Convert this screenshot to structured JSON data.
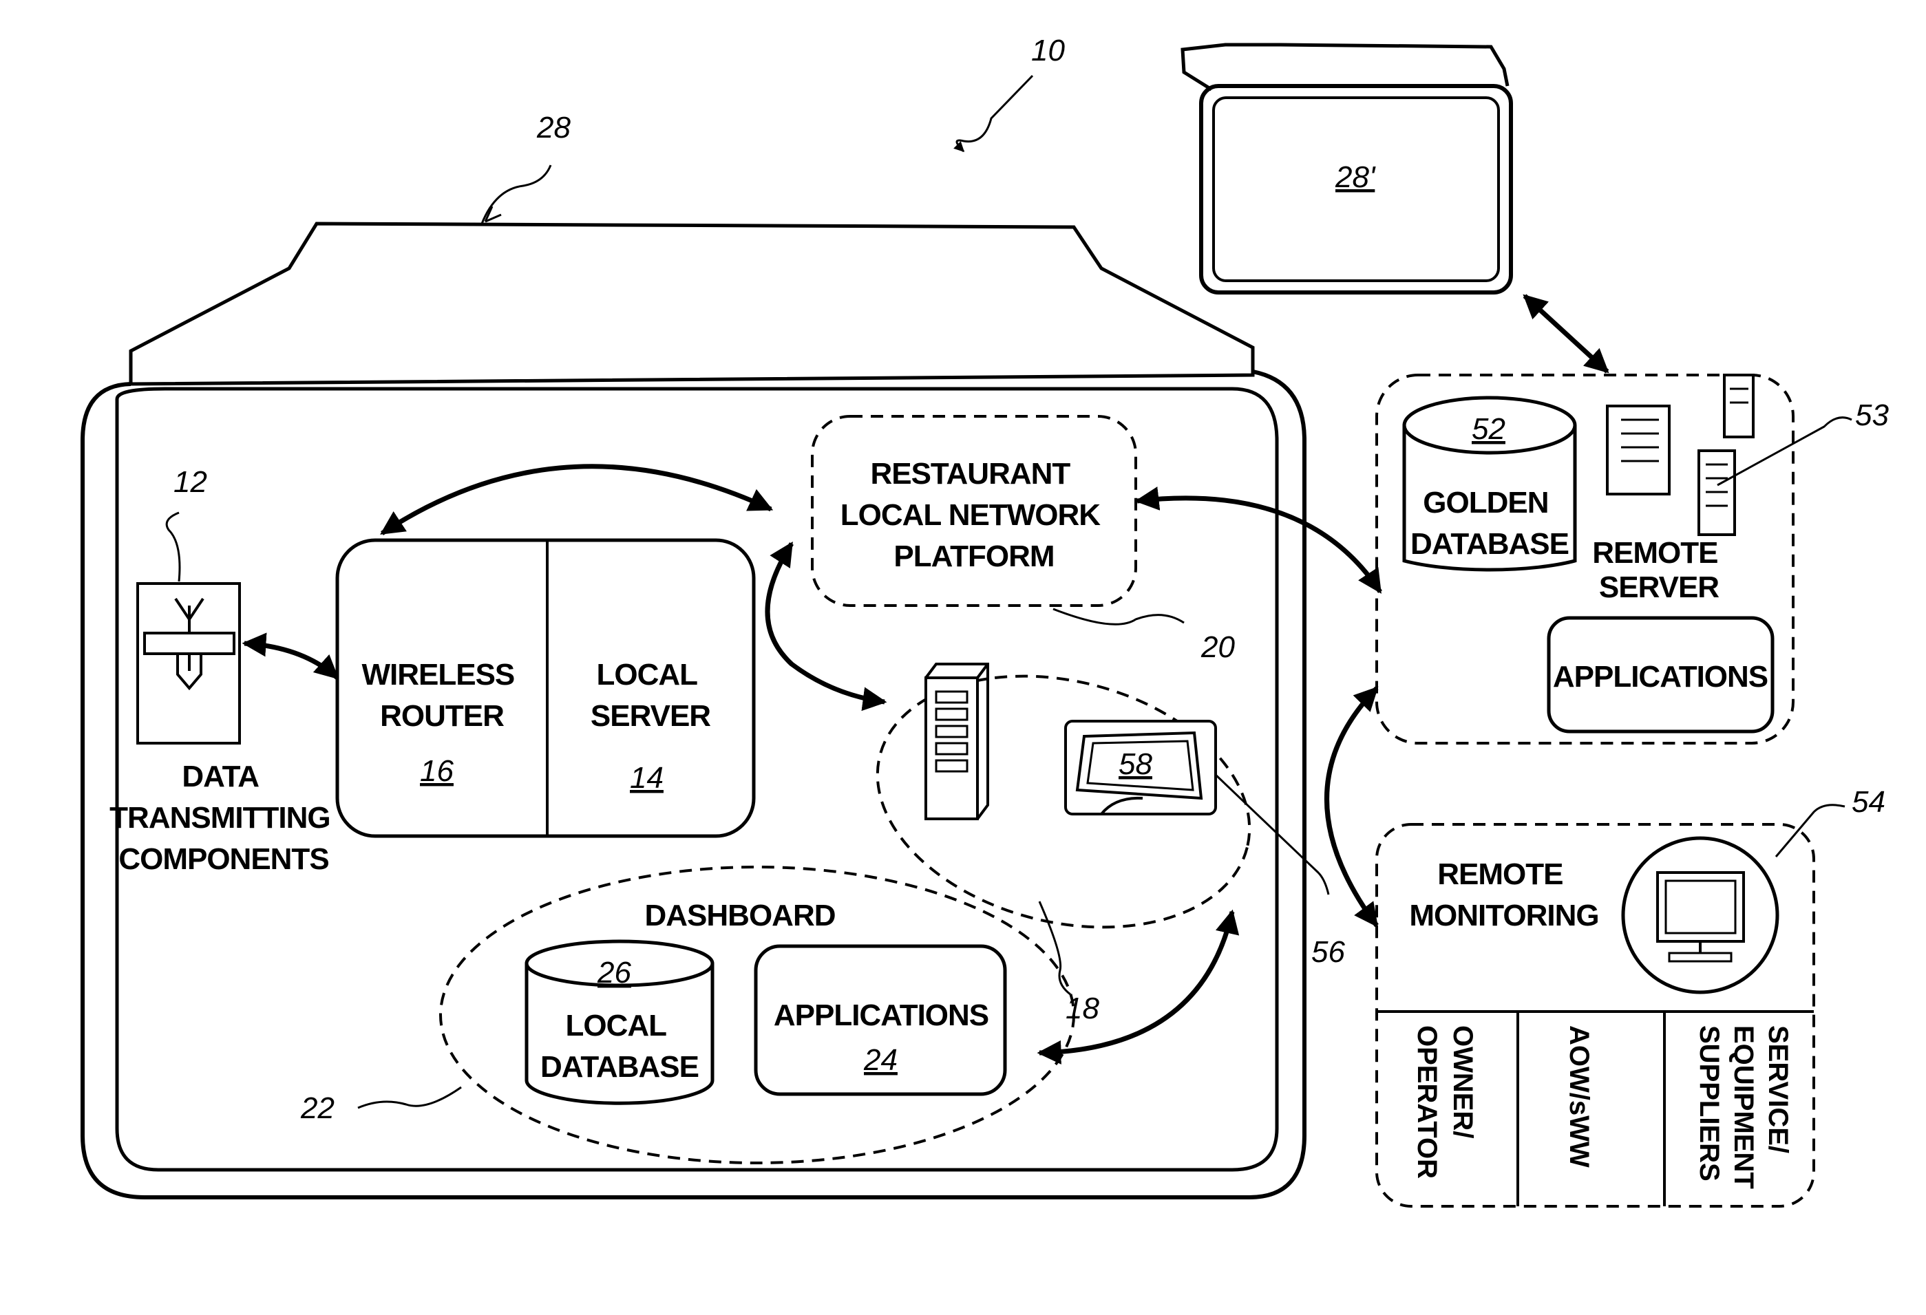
{
  "figure_ref": "10",
  "restaurant": {
    "ref": "28"
  },
  "remote_restaurant": {
    "ref": "28'"
  },
  "data_transmitting": {
    "ref": "12",
    "label_lines": [
      "DATA",
      "TRANSMITTING",
      "COMPONENTS"
    ]
  },
  "wireless_router": {
    "ref": "16",
    "label_lines": [
      "WIRELESS",
      "ROUTER"
    ]
  },
  "local_server": {
    "ref": "14",
    "label_lines": [
      "LOCAL",
      "SERVER"
    ]
  },
  "network_platform": {
    "ref": "20",
    "label_lines": [
      "RESTAURANT",
      "LOCAL NETWORK",
      "PLATFORM"
    ]
  },
  "device_group": {
    "ref": "18",
    "display_ref": "58",
    "callout_ref": "56"
  },
  "dashboard": {
    "ref": "22",
    "label": "DASHBOARD"
  },
  "local_database": {
    "ref": "26",
    "label_lines": [
      "LOCAL",
      "DATABASE"
    ]
  },
  "local_applications": {
    "ref": "24",
    "label": "APPLICATIONS"
  },
  "golden_database": {
    "ref": "52",
    "label_lines": [
      "GOLDEN",
      "DATABASE"
    ]
  },
  "remote_server": {
    "ref": "53",
    "label_lines": [
      "REMOTE",
      "SERVER"
    ]
  },
  "remote_applications": {
    "label": "APPLICATIONS"
  },
  "remote_monitoring": {
    "ref": "54",
    "label_lines": [
      "REMOTE",
      "MONITORING"
    ],
    "columns": [
      [
        "OWNER/",
        "OPERATOR"
      ],
      [
        "AOW/sWW"
      ],
      [
        "SERVICE/",
        "EQUIPMENT",
        "SUPPLIERS"
      ]
    ]
  }
}
